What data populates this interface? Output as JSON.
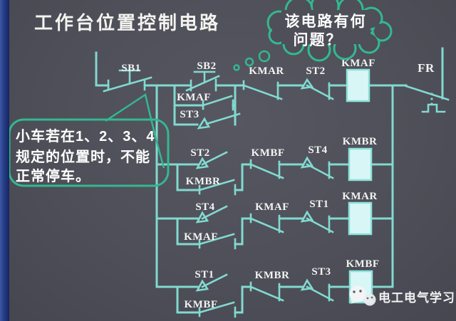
{
  "colors": {
    "background": "#4e4f58",
    "wire_cyan": "#82d9d0",
    "annotation_green": "#33b891",
    "coil_fill": "#d9f6f6",
    "label_white": "#f1f4f3",
    "left_strip_blue": "#243c86"
  },
  "title": {
    "text": "工作台位置控制电路"
  },
  "thought_bubble": {
    "line1": "该电路有何",
    "line2": "问题？"
  },
  "callout": {
    "line1": "小车若在1、2、3、4",
    "line2": "规定的位置时，不能",
    "line3": "正常停车。"
  },
  "circuit": {
    "stop_button": "SB1",
    "overload": "FR",
    "rows": [
      {
        "start": "SB2",
        "parallel": [
          "KMAF",
          "ST3"
        ],
        "series": [
          "KMAR",
          "ST2"
        ],
        "coil": "KMAF"
      },
      {
        "start": "ST2",
        "parallel": [
          "KMBR"
        ],
        "series": [
          "KMBF",
          "ST4"
        ],
        "coil": "KMBR"
      },
      {
        "start": "ST4",
        "parallel": [
          "KMAF"
        ],
        "series": [
          "KMAF",
          "ST1"
        ],
        "coil": "KMAR"
      },
      {
        "start": "ST1",
        "parallel": [
          "KMBF"
        ],
        "series": [
          "KMBR",
          "ST3"
        ],
        "coil": "KMBF"
      }
    ]
  },
  "watermark": {
    "text": "电工电气学习"
  }
}
